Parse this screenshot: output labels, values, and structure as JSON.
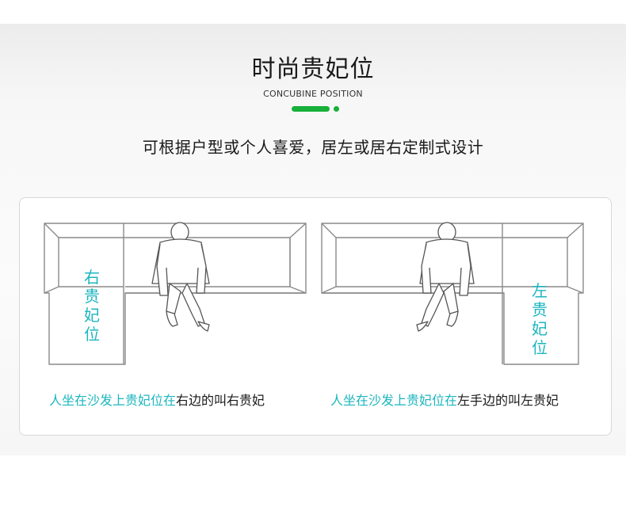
{
  "header": {
    "title": "时尚贵妃位",
    "subtitle": "CONCUBINE POSITION",
    "description": "可根据户型或个人喜爱，居左或居右定制式设计"
  },
  "diagrams": {
    "left": {
      "chaise_label": "右贵妃位",
      "caption_teal": "人坐在沙发上贵妃位在",
      "caption_dark": "右边的叫右贵妃"
    },
    "right": {
      "chaise_label": "左贵妃位",
      "caption_teal": "人坐在沙发上贵妃位在",
      "caption_dark": "左手边的叫左贵妃"
    }
  },
  "colors": {
    "accent_green": "#17b03a",
    "label_teal": "#1cb6bf",
    "text_dark": "#1a1a1a"
  }
}
